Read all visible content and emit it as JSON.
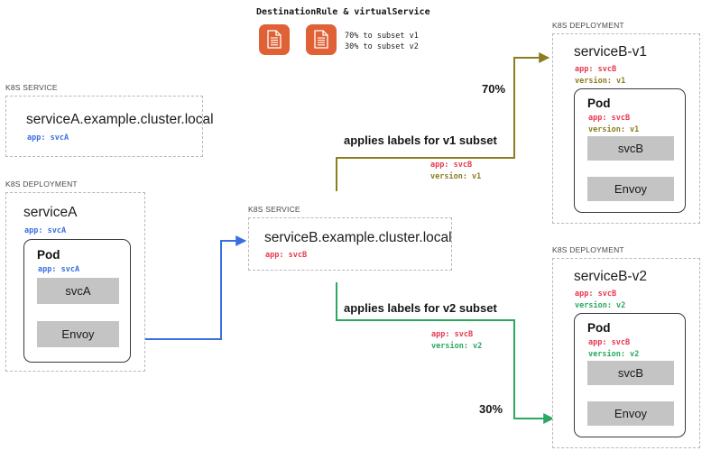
{
  "header": {
    "title": "DestinationRule & virtualService",
    "doc_icon_1": "document-icon",
    "doc_icon_2": "document-icon",
    "weights": "70% to subset v1\n30% to subset v2"
  },
  "colors": {
    "orange": "#df6135",
    "blue": "#3a6fe0",
    "red": "#e8384f",
    "olive": "#8a7d1f",
    "green": "#2aa860",
    "grey_bar": "#c4c4c4",
    "dashed_border": "#b8b8b8"
  },
  "service_a": {
    "group_label": "K8S SERVICE",
    "title": "serviceA.example.cluster.local",
    "app_label": "app: svcA"
  },
  "deployment_a": {
    "group_label": "K8S DEPLOYMENT",
    "title": "serviceA",
    "app_label": "app: svcA",
    "pod": {
      "title": "Pod",
      "app_label": "app: svcA",
      "container": "svcA",
      "sidecar": "Envoy"
    }
  },
  "service_b": {
    "group_label": "K8S SERVICE",
    "title": "serviceB.example.cluster.local",
    "app_label": "app: svcB"
  },
  "deployment_b_v1": {
    "group_label": "K8S DEPLOYMENT",
    "title": "serviceB-v1",
    "app_label": "app: svcB",
    "version_label": "version: v1",
    "pod": {
      "title": "Pod",
      "app_label": "app: svcB",
      "version_label": "version: v1",
      "container": "svcB",
      "sidecar": "Envoy"
    }
  },
  "deployment_b_v2": {
    "group_label": "K8S DEPLOYMENT",
    "title": "serviceB-v2",
    "app_label": "app: svcB",
    "version_label": "version: v2",
    "pod": {
      "title": "Pod",
      "app_label": "app: svcB",
      "version_label": "version: v2",
      "container": "svcB",
      "sidecar": "Envoy"
    }
  },
  "subset_v1": {
    "caption": "applies labels for v1 subset",
    "app_label": "app: svcB",
    "version_label": "version: v1",
    "percent": "70%"
  },
  "subset_v2": {
    "caption": "applies labels for v2 subset",
    "app_label": "app: svcB",
    "version_label": "version: v2",
    "percent": "30%"
  }
}
